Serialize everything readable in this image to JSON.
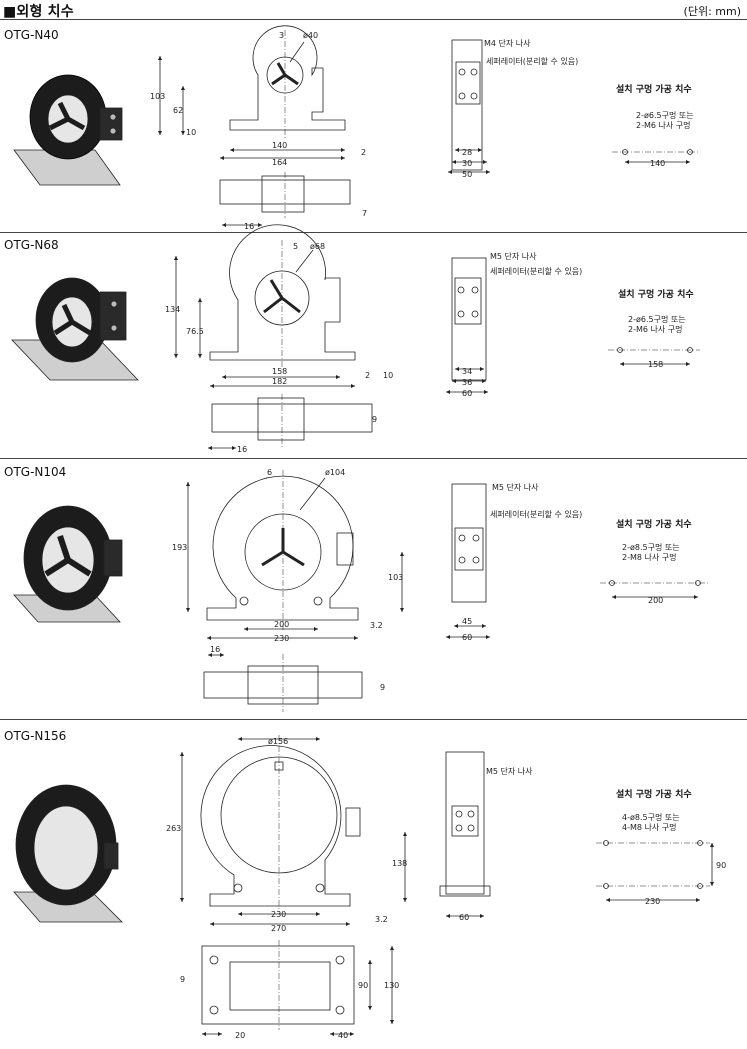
{
  "header": {
    "title": "■외형 치수",
    "unit": "(단위: mm)"
  },
  "sections": [
    {
      "model": "OTG-N40",
      "front": {
        "height": "103",
        "mid_height": "62",
        "base_thk": "10",
        "gap": "3",
        "dia": "ø40",
        "hole_pitch": "140",
        "width": "164",
        "right_thk": "2"
      },
      "top": {
        "slot": "16",
        "slot_w": "7"
      },
      "side": {
        "terminal": "M4 단자 나사",
        "separator": "세퍼레이터(분리할 수 있음)",
        "dim1": "28",
        "dim2": "30",
        "dim3": "50"
      },
      "hole": {
        "title": "설치 구멍 가공 치수",
        "line1": "2-ø6.5구멍 또는",
        "line2": "2-M6 나사 구멍",
        "pitch": "140"
      }
    },
    {
      "model": "OTG-N68",
      "front": {
        "height": "134",
        "mid_height": "76.5",
        "gap": "5",
        "dia": "ø68",
        "hole_pitch": "158",
        "width": "182",
        "right_a": "2",
        "right_b": "10"
      },
      "top": {
        "slot": "16",
        "slot_w": "9"
      },
      "side": {
        "terminal": "M5 단자 나사",
        "separator": "세퍼레이터(분리할 수 있음)",
        "dim1": "34",
        "dim2": "36",
        "dim3": "60"
      },
      "hole": {
        "title": "설치 구멍 가공 치수",
        "line1": "2-ø6.5구멍 또는",
        "line2": "2-M6 나사 구멍",
        "pitch": "158"
      }
    },
    {
      "model": "OTG-N104",
      "front": {
        "height": "193",
        "mid_height": "103",
        "gap": "6",
        "dia": "ø104",
        "hole_pitch": "200",
        "width": "230",
        "right_thk": "3.2"
      },
      "top": {
        "slot": "16",
        "slot_w": "9"
      },
      "side": {
        "terminal": "M5 단자 나사",
        "separator": "세퍼레이터(분리할 수 있음)",
        "dim1": "45",
        "dim2": "60"
      },
      "hole": {
        "title": "설치 구멍 가공 치수",
        "line1": "2-ø8.5구멍 또는",
        "line2": "2-M8 나사 구멍",
        "pitch": "200"
      }
    },
    {
      "model": "OTG-N156",
      "front": {
        "height": "263",
        "mid_height": "138",
        "dia": "ø156",
        "hole_pitch": "230",
        "width": "270",
        "right_thk": "3.2"
      },
      "top": {
        "slot_w": "9",
        "inner": "90",
        "outer": "130",
        "left": "20",
        "right": "40"
      },
      "side": {
        "terminal": "M5 단자 나사",
        "dim1": "60"
      },
      "hole": {
        "title": "설치 구멍 가공 치수",
        "line1": "4-ø8.5구멍 또는",
        "line2": "4-M8 나사 구멍",
        "pitch": "230",
        "vpitch": "90"
      }
    }
  ]
}
